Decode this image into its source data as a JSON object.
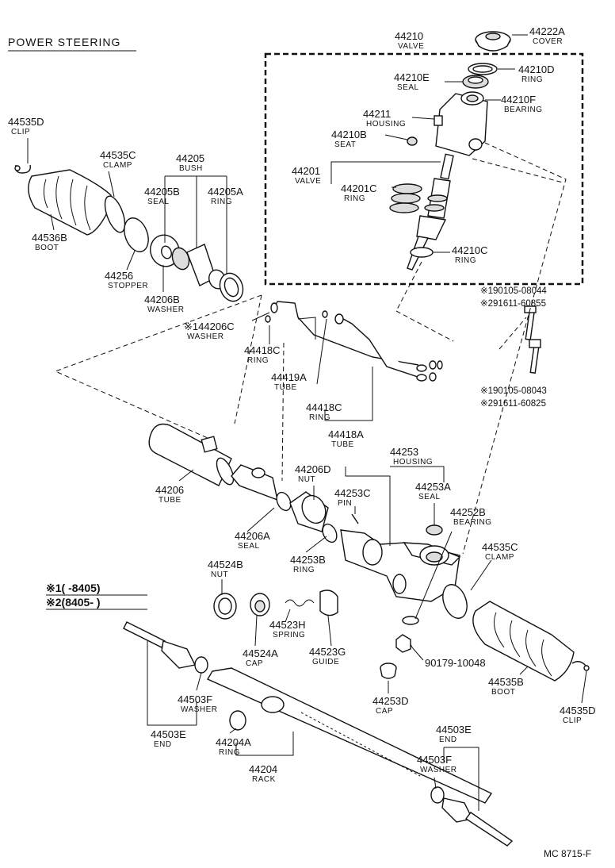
{
  "title": "POWER STEERING",
  "footer_code": "MC 8715-F",
  "notes": [
    {
      "mark": "※1",
      "range": "(      -8405)"
    },
    {
      "mark": "※2",
      "range": "(8405-      )"
    }
  ],
  "labels": [
    {
      "id": "44222A",
      "code": "44222A",
      "name": "COVER"
    },
    {
      "id": "44210",
      "code": "44210",
      "name": "VALVE"
    },
    {
      "id": "44210D",
      "code": "44210D",
      "name": "RING"
    },
    {
      "id": "44210E",
      "code": "44210E",
      "name": "SEAL"
    },
    {
      "id": "44210F",
      "code": "44210F",
      "name": "BEARING"
    },
    {
      "id": "44211",
      "code": "44211",
      "name": "HOUSING"
    },
    {
      "id": "44210B",
      "code": "44210B",
      "name": "SEAT"
    },
    {
      "id": "44201",
      "code": "44201",
      "name": "VALVE"
    },
    {
      "id": "44201C",
      "code": "44201C",
      "name": "RING"
    },
    {
      "id": "44210C",
      "code": "44210C",
      "name": "RING"
    },
    {
      "id": "44535D-top",
      "code": "44535D",
      "name": "CLIP"
    },
    {
      "id": "44535C-top",
      "code": "44535C",
      "name": "CLAMP"
    },
    {
      "id": "44205",
      "code": "44205",
      "name": "BUSH"
    },
    {
      "id": "44205B",
      "code": "44205B",
      "name": "SEAL"
    },
    {
      "id": "44205A",
      "code": "44205A",
      "name": "RING"
    },
    {
      "id": "44536B",
      "code": "44536B",
      "name": "BOOT"
    },
    {
      "id": "44256",
      "code": "44256",
      "name": "STOPPER"
    },
    {
      "id": "44206B",
      "code": "44206B",
      "name": "WASHER"
    },
    {
      "id": "44206C",
      "code": "※144206C",
      "name": "WASHER"
    },
    {
      "id": "44418C-1",
      "code": "44418C",
      "name": "RING"
    },
    {
      "id": "44419A",
      "code": "44419A",
      "name": "TUBE"
    },
    {
      "id": "44418C-2",
      "code": "44418C",
      "name": "RING"
    },
    {
      "id": "44418A",
      "code": "44418A",
      "name": "TUBE"
    },
    {
      "id": "44206",
      "code": "44206",
      "name": "TUBE"
    },
    {
      "id": "44206D",
      "code": "44206D",
      "name": "NUT"
    },
    {
      "id": "44206A",
      "code": "44206A",
      "name": "SEAL"
    },
    {
      "id": "44253",
      "code": "44253",
      "name": "HOUSING"
    },
    {
      "id": "44253C",
      "code": "44253C",
      "name": "PIN"
    },
    {
      "id": "44253A",
      "code": "44253A",
      "name": "SEAL"
    },
    {
      "id": "44252B",
      "code": "44252B",
      "name": "BEARING"
    },
    {
      "id": "44253B",
      "code": "44253B",
      "name": "RING"
    },
    {
      "id": "44535C-bot",
      "code": "44535C",
      "name": "CLAMP"
    },
    {
      "id": "44524B",
      "code": "44524B",
      "name": "NUT"
    },
    {
      "id": "44523H",
      "code": "44523H",
      "name": "SPRING"
    },
    {
      "id": "44524A",
      "code": "44524A",
      "name": "CAP"
    },
    {
      "id": "44523G",
      "code": "44523G",
      "name": "GUIDE"
    },
    {
      "id": "90179",
      "code": "90179-10048",
      "name": ""
    },
    {
      "id": "44535B",
      "code": "44535B",
      "name": "BOOT"
    },
    {
      "id": "44253D",
      "code": "44253D",
      "name": "CAP"
    },
    {
      "id": "44535D-bot",
      "code": "44535D",
      "name": "CLIP"
    },
    {
      "id": "44503F-1",
      "code": "44503F",
      "name": "WASHER"
    },
    {
      "id": "44503E-1",
      "code": "44503E",
      "name": "END"
    },
    {
      "id": "44204A",
      "code": "44204A",
      "name": "RING"
    },
    {
      "id": "44204",
      "code": "44204",
      "name": "RACK"
    },
    {
      "id": "44503E-2",
      "code": "44503E",
      "name": "END"
    },
    {
      "id": "44503F-2",
      "code": "44503F",
      "name": "WASHER"
    }
  ],
  "bolt_refs": [
    {
      "id": "bolt-1a",
      "text": "※190105-08044"
    },
    {
      "id": "bolt-1b",
      "text": "※291611-60855"
    },
    {
      "id": "bolt-2a",
      "text": "※190105-08043"
    },
    {
      "id": "bolt-2b",
      "text": "※291611-60825"
    }
  ]
}
